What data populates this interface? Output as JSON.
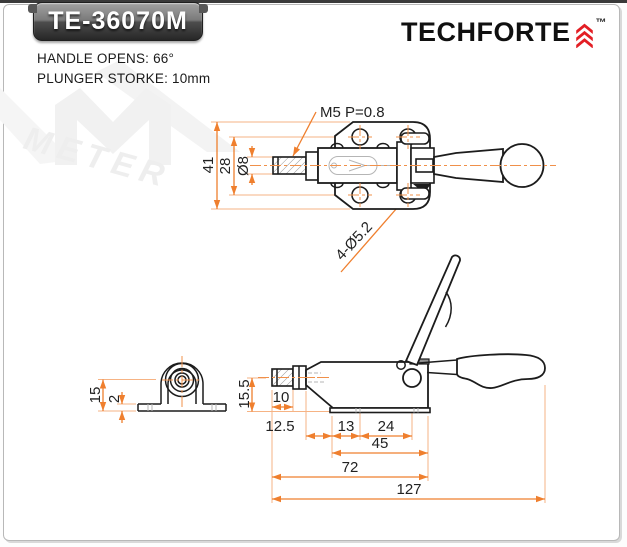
{
  "header": {
    "model_badge": "TE-36070M",
    "brand": "TECHFORTE",
    "trademark": "™"
  },
  "specs": {
    "handle_opens": "HANDLE OPENS: 66°",
    "plunger_stroke": "PLUNGER STORKE: 10mm"
  },
  "watermark": {
    "text": "METER"
  },
  "drawing": {
    "top_view": {
      "thread_spec": "M5 P=0.8",
      "overall_height": "41",
      "hole_spacing": "28",
      "plunger_diameter": "Ø8",
      "mounting_holes": "4-Ø5.2"
    },
    "side_view": {
      "center_height": "15.5",
      "thread_length": "10",
      "tip_to_body": "12.5",
      "body_front": "13",
      "body_to_pivot": "24",
      "base_length": "45",
      "body_length": "72",
      "overall_length": "127"
    },
    "end_view": {
      "height": "15",
      "thickness": "2"
    }
  },
  "colors": {
    "dimension_line": "#ef7f2e",
    "extension_line": "#f6b384",
    "centerline": "#f0904a",
    "drawing_line": "#1c1c1c",
    "hidden_line": "#b5b5b5",
    "brand_red": "#e31e24",
    "badge_top": "#a2a2a2",
    "badge_bottom": "#262626"
  }
}
